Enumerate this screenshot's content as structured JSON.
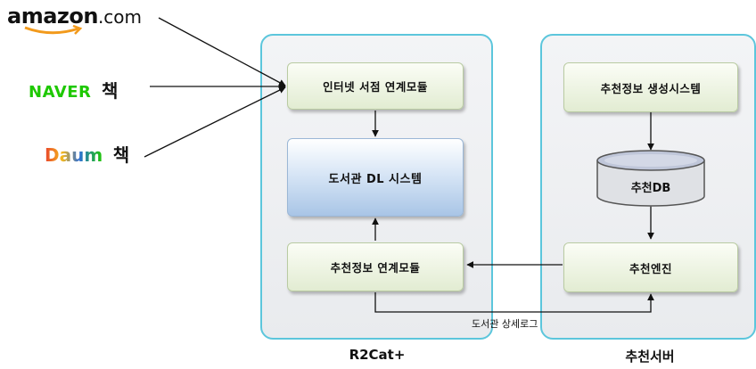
{
  "sources": {
    "amazon": {
      "name": "amazon",
      "suffix": ".com"
    },
    "naver": {
      "name": "NAVER",
      "book": "책"
    },
    "daum": {
      "name": "Daum",
      "book": "책"
    }
  },
  "containers": {
    "r2cat": {
      "label": "R2Cat+"
    },
    "server": {
      "label": "추천서버"
    }
  },
  "boxes": {
    "bookstore_module": "인터넷 서점 연계모듈",
    "dl_system": "도서관 DL 시스템",
    "rec_module": "추천정보 연계모듈",
    "rec_gen": "추천정보 생성시스템",
    "rec_db": "추천DB",
    "rec_engine": "추천엔진"
  },
  "edge_labels": {
    "detail_log": "도서관 상세로그"
  },
  "colors": {
    "container_border": "#5cc6dc",
    "box_fill": "#e2ecd2",
    "dl_fill": "#a9c5e6",
    "amazon_arrow": "#f29a1c",
    "naver_green": "#1ec800",
    "daum_blue": "#2c6fd6",
    "daum_red": "#e8412c",
    "daum_yellow": "#f6b81c"
  }
}
